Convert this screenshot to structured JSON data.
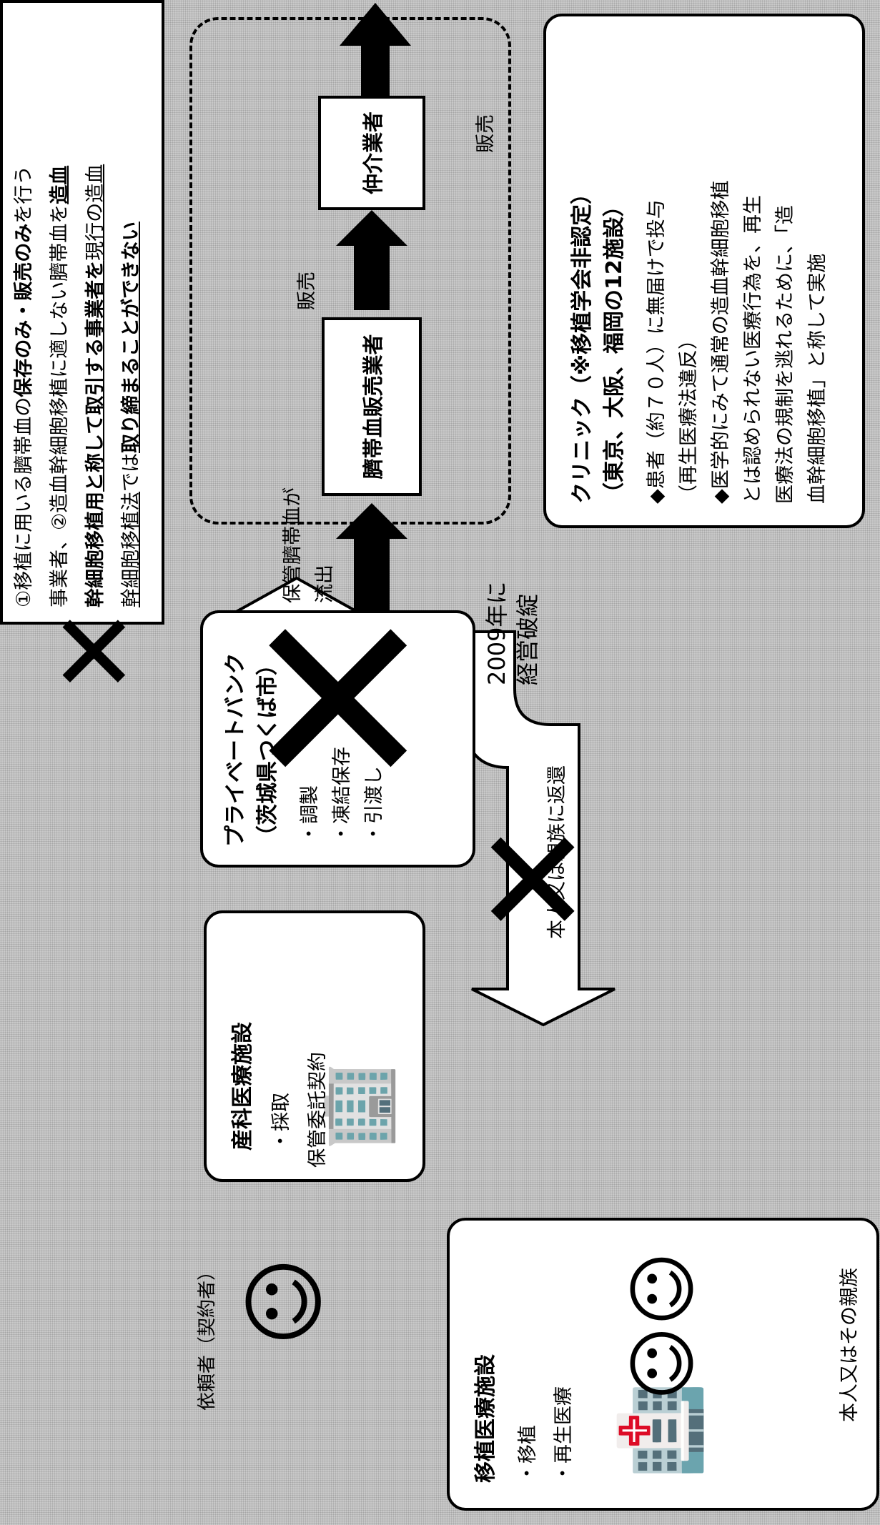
{
  "client": {
    "label": "依頼者（契約者）"
  },
  "transplant_facility": {
    "title": "移植医療施設",
    "items": [
      "・移植",
      "・再生医療"
    ],
    "caption": "本人又はその親族"
  },
  "obstetric_facility": {
    "title": "産科医療施設",
    "items": [
      "・採取"
    ]
  },
  "private_bank": {
    "title_line1": "プライベートバンク",
    "title_line2": "（茨城県つくば市）",
    "items": [
      "・調製",
      "・凍結保存",
      "・引渡し"
    ],
    "bankruptcy_line1": "2009年に",
    "bankruptcy_line2": "経営破綻"
  },
  "arrows": {
    "storage_contract": "保管委託契約",
    "return_to_family": "本人又は親族に返還",
    "outflow_line1": "保管臍帯血が",
    "outflow_line2": "流出",
    "sale_1": "販売",
    "sale_2": "販売"
  },
  "seller_box": "臍帯血販売業者",
  "broker_box": "仲介業者",
  "clinic": {
    "title_line1": "クリニック（※移植学会非認定）",
    "title_line2": "（東京、大阪、福岡の12施設）",
    "bullet1_line1": "◆患者（約７０人）に無届けで投与",
    "bullet1_line2": "（再生医療法違反）",
    "bullet2_line1": "◆医学的にみて通常の造血幹細胞移植",
    "bullet2_line2": "とは認められない医療行為を、再生",
    "bullet2_line3": "医療法の規制を逃れるために、「造",
    "bullet2_line4": "血幹細胞移植」と称して実施"
  },
  "note": {
    "l1_a": "①移植に用いる臍帯血の",
    "l1_b": "保存のみ・販売のみ",
    "l1_c": "を行う",
    "l2_a": "事業者、②造血幹細胞移植に適しない臍帯血を",
    "l2_b": "造血",
    "l3_a": "幹細胞移植用",
    "l3_b": "と称して取引する事業者を",
    "l3_c": "現行の造血",
    "l4_a": "幹細胞移植法",
    "l4_b": "では",
    "l4_c": "取り締まることができない"
  },
  "marks": {
    "cross": "✕"
  }
}
